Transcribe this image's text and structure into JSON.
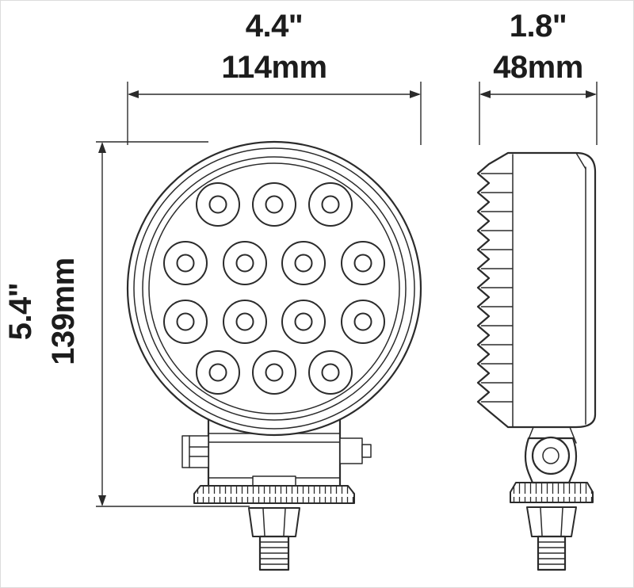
{
  "diagram_title": "LED work lamp dimensional drawing",
  "dimensions": {
    "front_width": {
      "inches": "4.4\"",
      "mm": "114mm"
    },
    "side_depth": {
      "inches": "1.8\"",
      "mm": "48mm"
    },
    "height": {
      "inches": "5.4\"",
      "mm": "139mm"
    }
  },
  "led_count": 14
}
